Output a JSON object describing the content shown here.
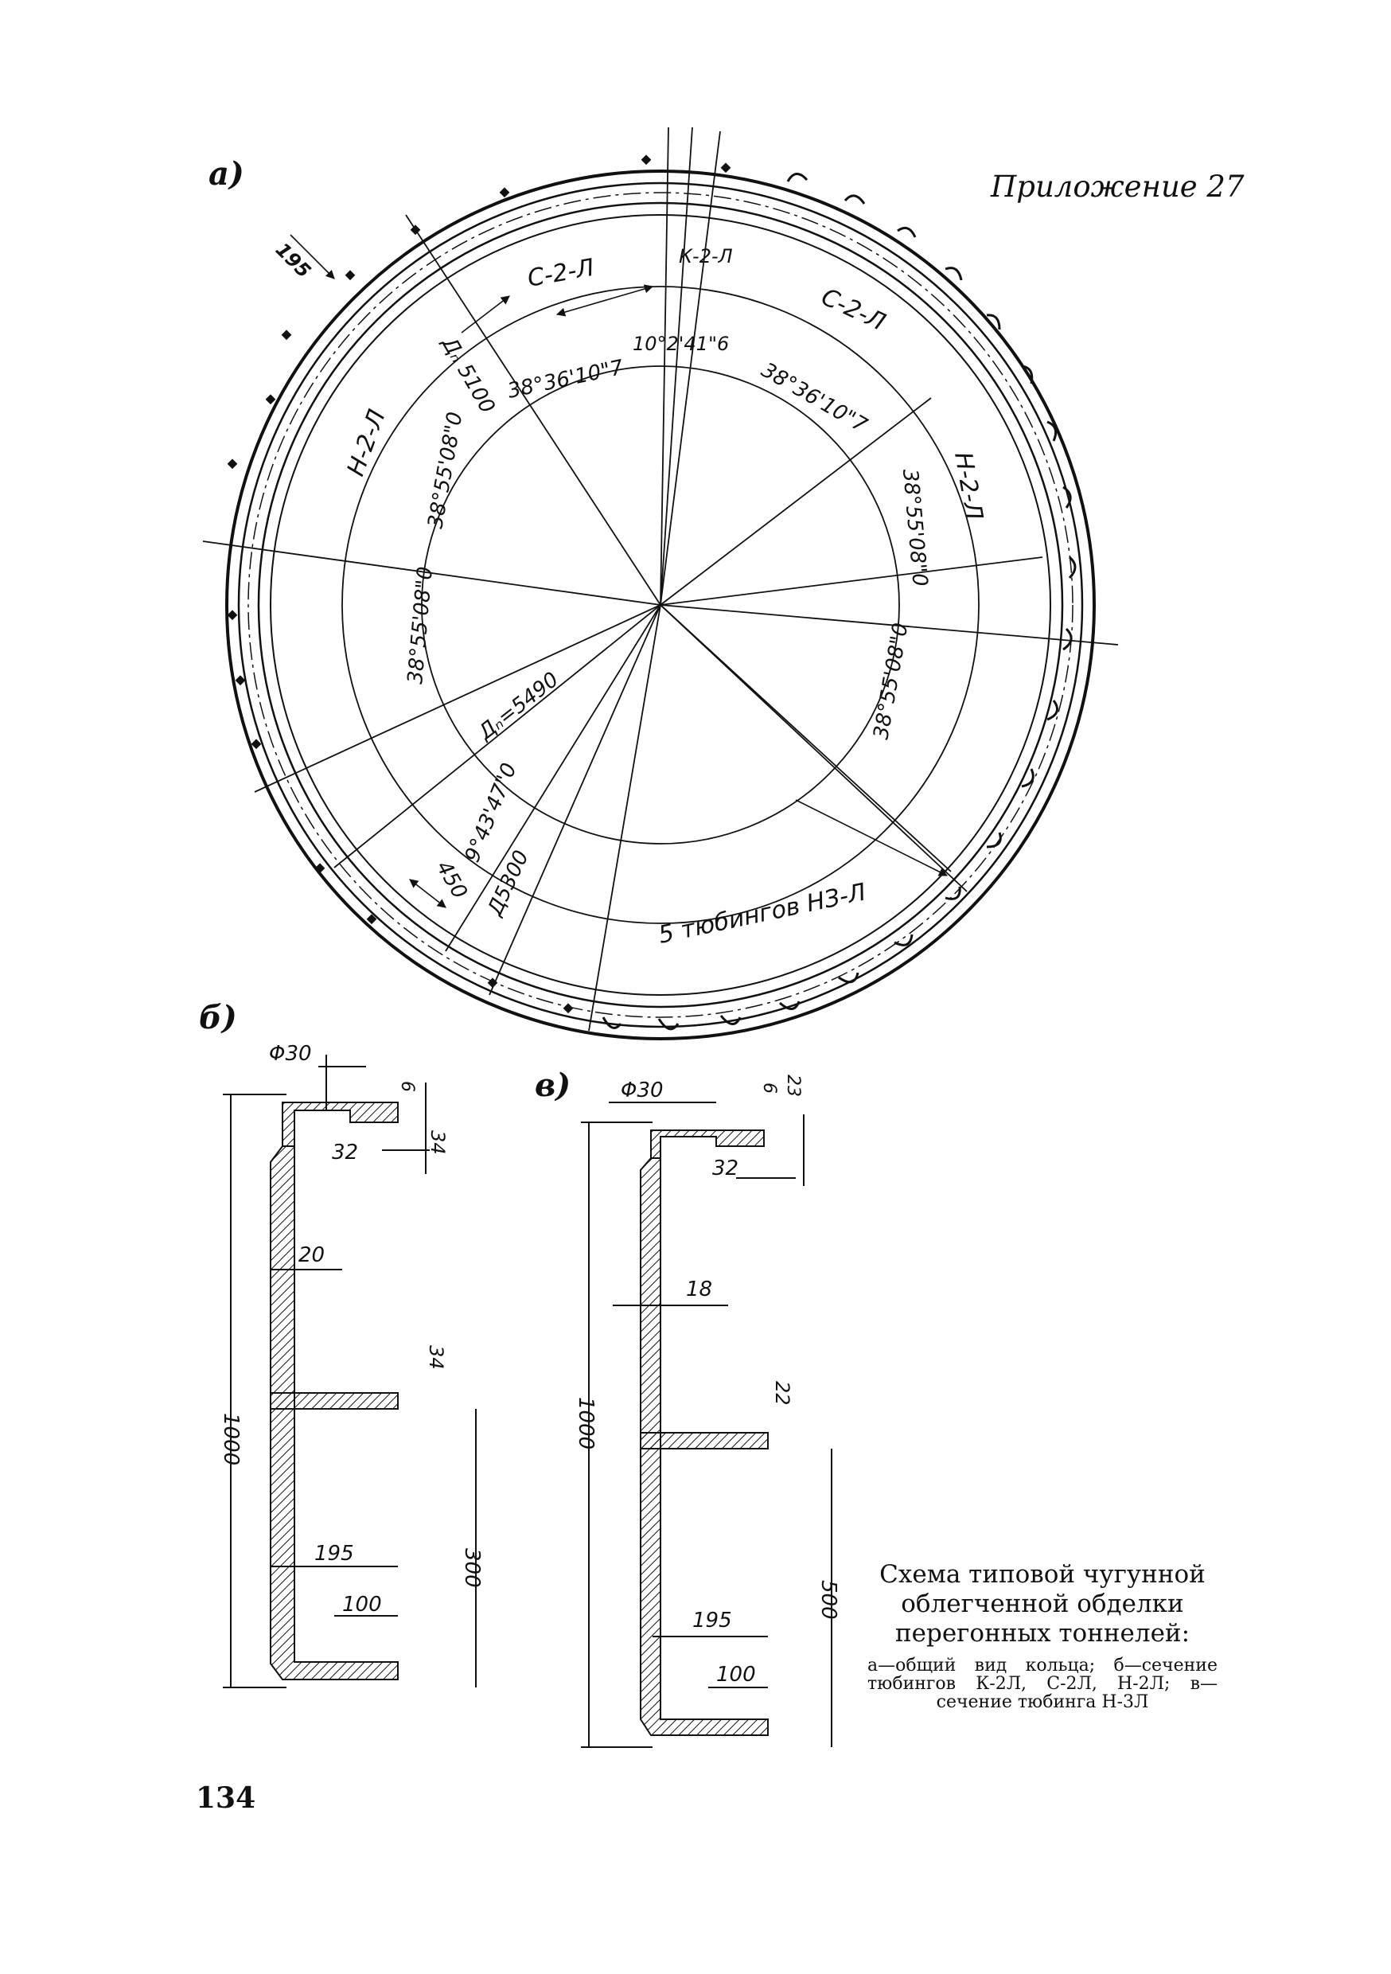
{
  "header": {
    "appendix": "Приложение 27"
  },
  "panels": {
    "a": "а)",
    "b": "б)",
    "v": "в)"
  },
  "ring": {
    "segments": [
      "С-2-Л",
      "К-2-Л",
      "С-2-Л",
      "Н-2-Л",
      "Н-2-Л",
      "5 тюбингов НЗ-Л"
    ],
    "angles": [
      "38°36'10\"7",
      "10°2'41\"6",
      "38°36'10\"7",
      "38°55'08\"0",
      "38°55'08\"0",
      "38°55'08\"0",
      "38°55'08\"0",
      "9°43'47\"0"
    ],
    "dims": {
      "thickness": "195",
      "outer_d": "Дₙ 5100",
      "inner_d": "Дₙ=5490",
      "d5300": "Д5300",
      "d450": "450"
    }
  },
  "section_b": {
    "phi": "Φ30",
    "d6": "6",
    "d32": "32",
    "d34_top": "34",
    "d20": "20",
    "d34_mid": "34",
    "d1000": "1000",
    "d300": "300",
    "d195": "195",
    "d100": "100"
  },
  "section_v": {
    "phi": "Φ30",
    "d6": "6",
    "d23": "23",
    "d32": "32",
    "d18": "18",
    "d22": "22",
    "d1000": "1000",
    "d500": "500",
    "d195": "195",
    "d100": "100"
  },
  "caption": {
    "title": "Схема типовой чугунной облегченной обделки перегонных тоннелей:",
    "legend": "а—общий вид кольца; б—сечение тюбингов К-2Л, С-2Л, Н-2Л; в—сечение тюбинга Н-3Л"
  },
  "page_number": "134"
}
